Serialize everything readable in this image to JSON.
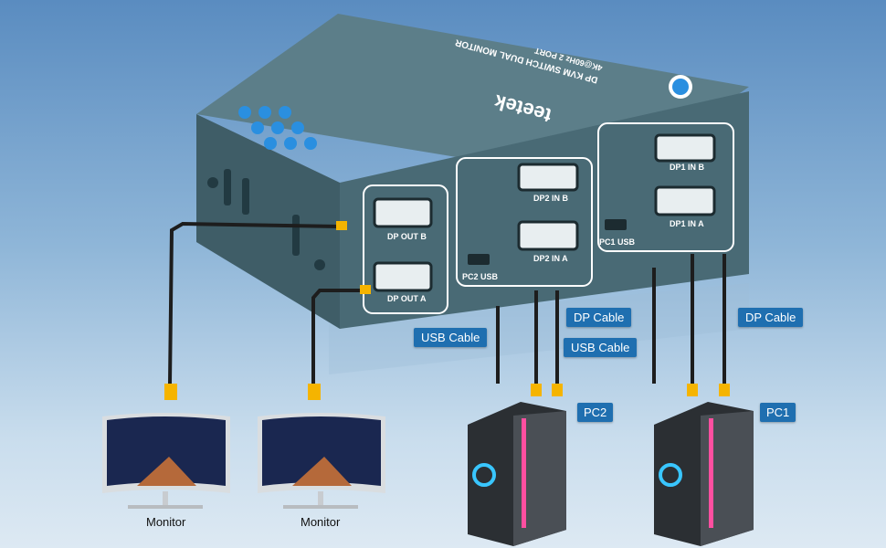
{
  "device": {
    "brand": "teetek",
    "product_line1": "DP KVM SWITCH DUAL MONITOR",
    "product_line2": "4K@60Hz 2 PORT",
    "ports": {
      "dp_out_b": "DP OUT B",
      "dp_out_a": "DP OUT A",
      "dp2_in_b": "DP2 IN B",
      "dp2_in_a": "DP2 IN A",
      "pc2_usb": "PC2 USB",
      "dp1_in_b": "DP1 IN B",
      "dp1_in_a": "DP1 IN A",
      "pc1_usb": "PC1 USB"
    }
  },
  "labels": {
    "usb_cable_left": "USB Cable",
    "dp_cable_left": "DP Cable",
    "usb_cable_right": "USB Cable",
    "dp_cable_right": "DP Cable",
    "pc2": "PC2",
    "pc1": "PC1",
    "monitor_left": "Monitor",
    "monitor_right": "Monitor"
  },
  "colors": {
    "device_body": "#4d6e79",
    "label_chip": "#1f6fb0",
    "background_top": "#5a8cc0",
    "background_bottom": "#dde9f3"
  }
}
